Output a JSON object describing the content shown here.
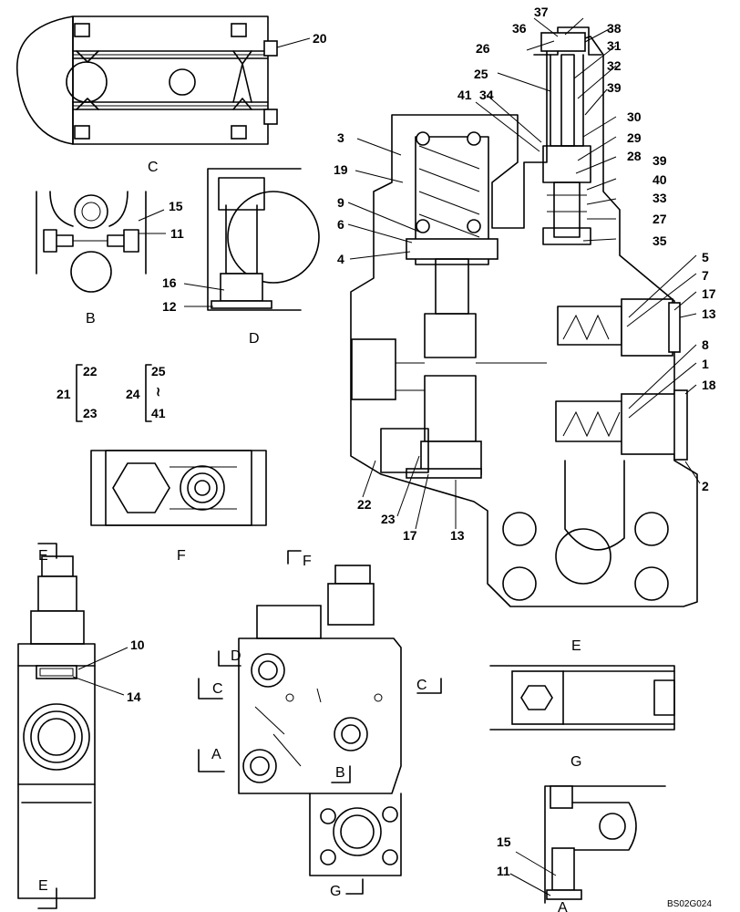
{
  "drawing": {
    "code": "BS02G024",
    "callouts": {
      "c1": "1",
      "c2": "2",
      "c3": "3",
      "c4": "4",
      "c5": "5",
      "c6": "6",
      "c7": "7",
      "c8": "8",
      "c9": "9",
      "c10": "10",
      "c11a": "11",
      "c11b": "11",
      "c12": "12",
      "c13a": "13",
      "c13b": "13",
      "c14": "14",
      "c15a": "15",
      "c15b": "15",
      "c16": "16",
      "c17a": "17",
      "c17b": "17",
      "c18": "18",
      "c19": "19",
      "c20": "20",
      "c21": "21",
      "c22a": "22",
      "c22b": "22",
      "c23a": "23",
      "c23b": "23",
      "c24": "24",
      "c25a": "25",
      "c25b": "25",
      "c26": "26",
      "c27": "27",
      "c28": "28",
      "c29": "29",
      "c30": "30",
      "c31": "31",
      "c32": "32",
      "c33": "33",
      "c34": "34",
      "c35": "35",
      "c36": "36",
      "c37": "37",
      "c38": "38",
      "c39a": "39",
      "c39b": "39",
      "c40": "40",
      "c41a": "41",
      "c41b": "41",
      "range_sep": "≀"
    },
    "views": {
      "A": "A",
      "B": "B",
      "C": "C",
      "D": "D",
      "E": "E",
      "F": "F",
      "G": "G",
      "cut_A": "A",
      "cut_B": "B",
      "cut_C_left": "C",
      "cut_C_right": "C",
      "cut_D": "D",
      "cut_E_top": "E",
      "cut_E_bottom": "E",
      "cut_F": "F",
      "cut_G": "G"
    }
  }
}
